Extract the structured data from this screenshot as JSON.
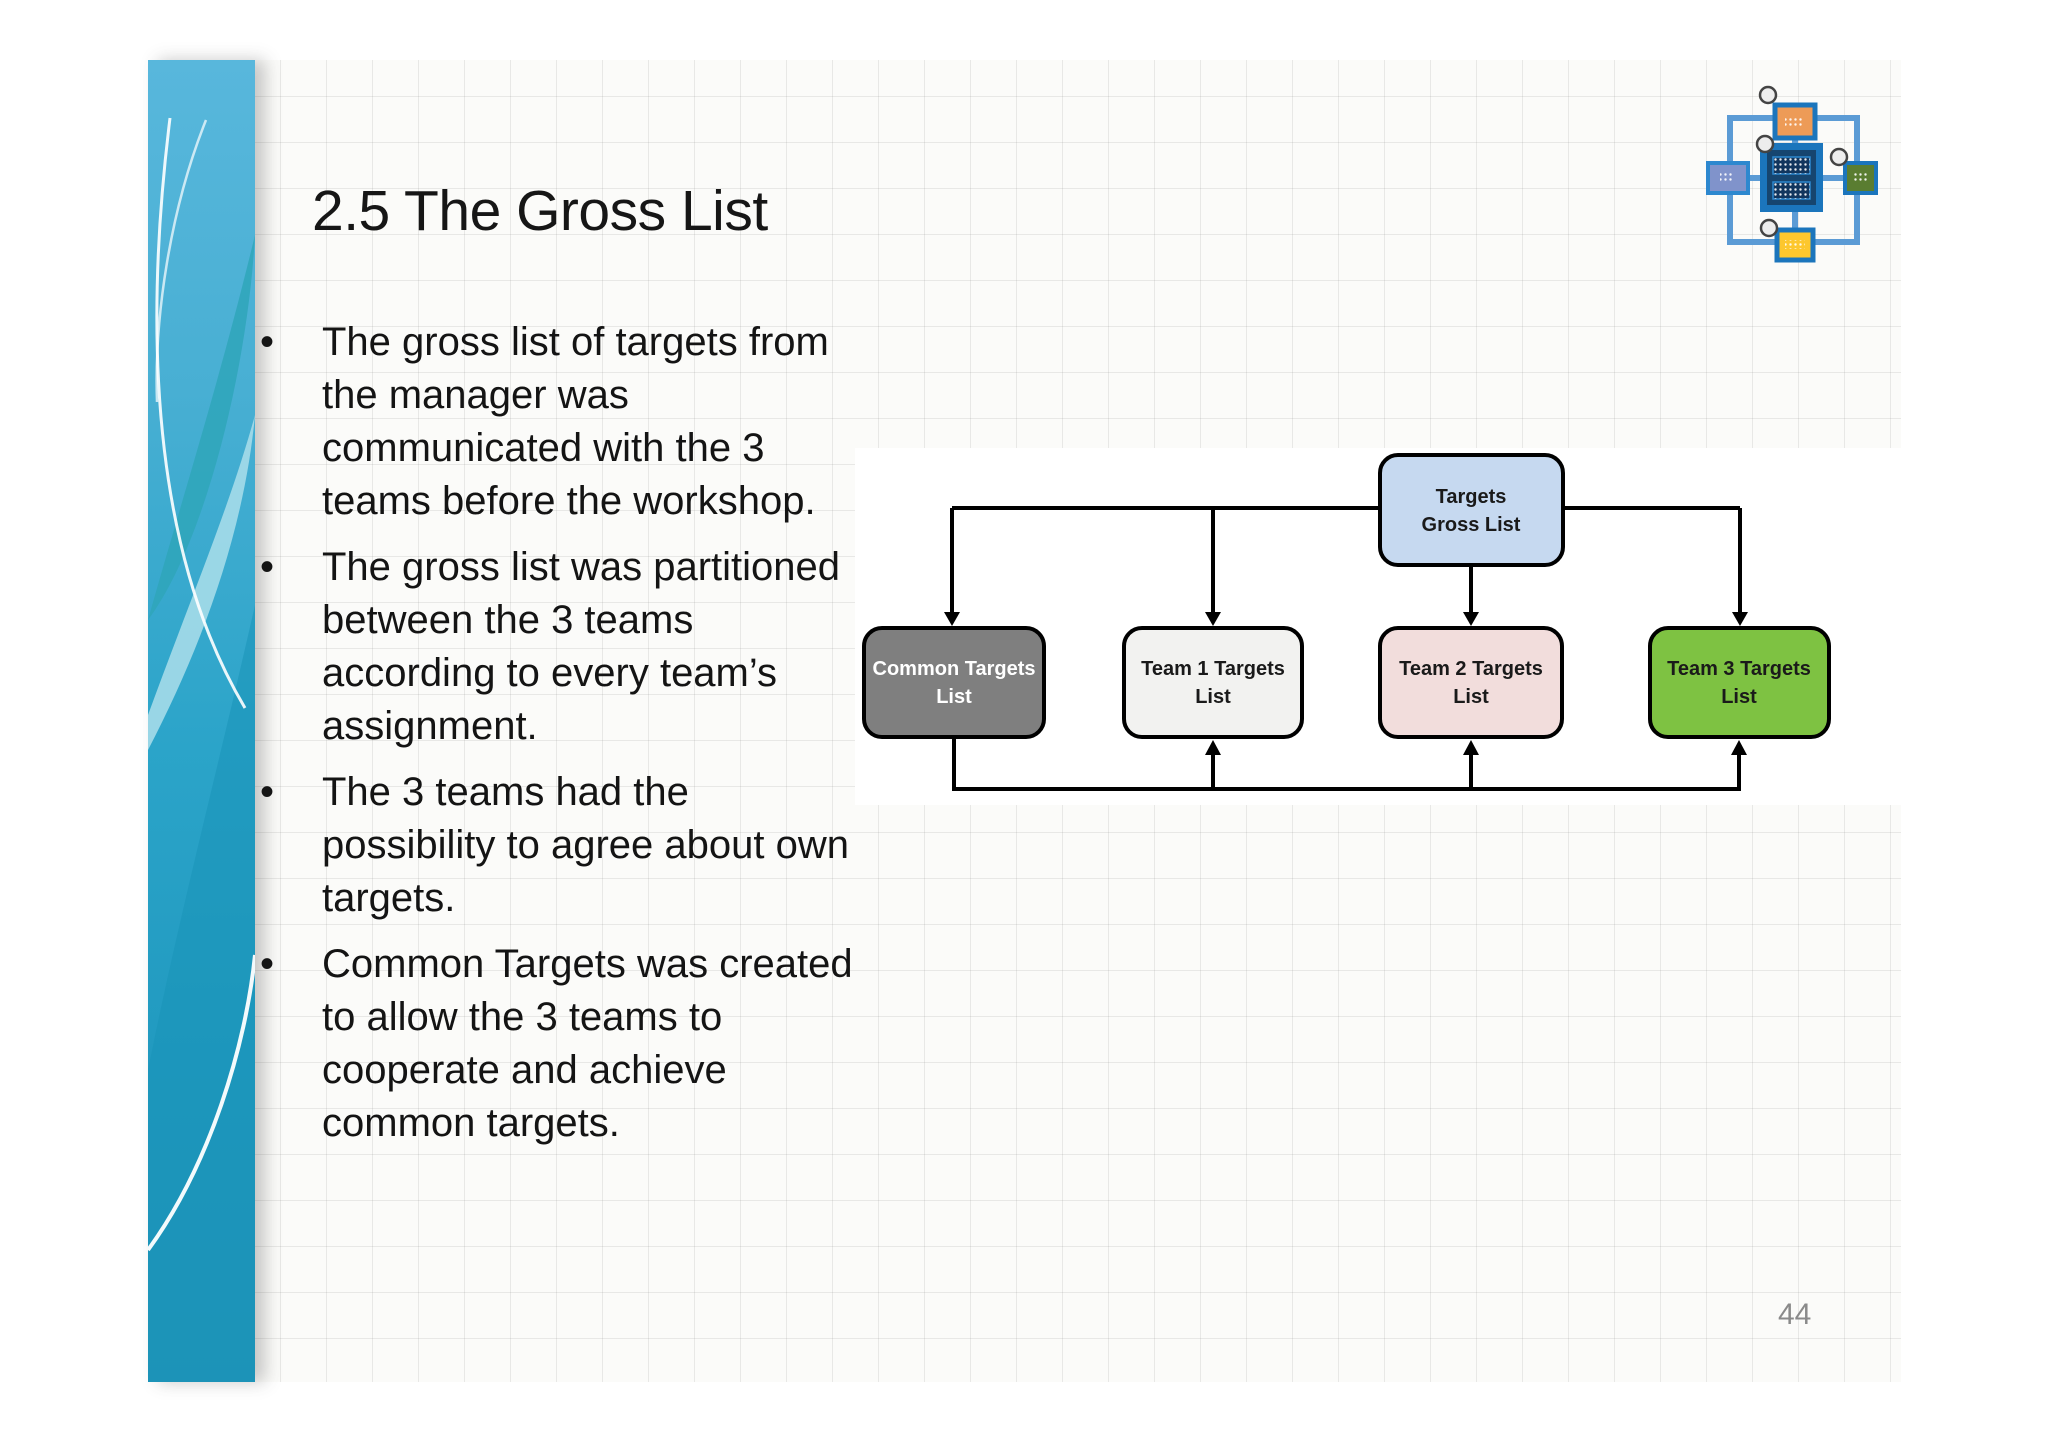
{
  "slide": {
    "title": "2.5 The Gross List",
    "bullet_char": "•",
    "bullets": [
      "The gross list of targets from the manager was communicated with the 3 teams before the workshop.",
      "The gross list was partitioned between the 3 teams according to every team’s assignment.",
      "The 3 teams had the possibility to agree about own targets.",
      "Common Targets was created to allow the 3 teams to cooperate and achieve common targets."
    ],
    "page_number": "44"
  },
  "diagram": {
    "gross": {
      "line1": "Targets",
      "line2": "Gross List",
      "fill": "#c6d9f0",
      "text_color": "#1a1a1a"
    },
    "common": {
      "line1": "Common Targets",
      "line2": "List",
      "fill": "#7f7f7f",
      "text_color": "#ffffff"
    },
    "team1": {
      "line1": "Team 1 Targets",
      "line2": "List",
      "fill": "#f2f2f0",
      "text_color": "#1a1a1a"
    },
    "team2": {
      "line1": "Team 2 Targets",
      "line2": "List",
      "fill": "#f2dddc",
      "text_color": "#1a1a1a"
    },
    "team3": {
      "line1": "Team 3 Targets",
      "line2": "List",
      "fill": "#7ec242",
      "text_color": "#1a1a1a"
    }
  },
  "colors": {
    "stripe_teal": "#2aa2c6",
    "paper": "#fbfbf9",
    "grid_line": "#e9e9e7",
    "connector_black": "#000000",
    "logo_connector_blue": "#5b9bd5",
    "page_number_gray": "#8a8a8a"
  }
}
